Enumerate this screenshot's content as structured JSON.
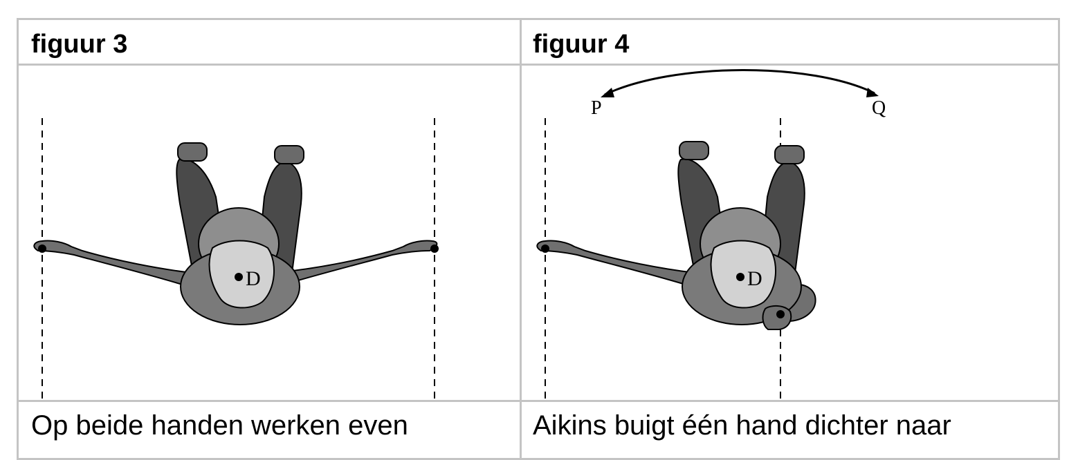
{
  "figures": [
    {
      "header": "figuur 3",
      "point_label": "D",
      "caption": "Op beide handen werken even"
    },
    {
      "header": "figuur 4",
      "point_label": "D",
      "arrow_left_label": "P",
      "arrow_right_label": "Q",
      "caption": "Aikins buigt één hand dichter naar"
    }
  ],
  "colors": {
    "border": "#c4c4c4",
    "arm": "#707070",
    "leg": "#4a4a4a",
    "helmet": "#8e8e8e",
    "torso": "#7a7a7a",
    "face": "#d2d2d2",
    "foot": "#6a6a6a"
  }
}
